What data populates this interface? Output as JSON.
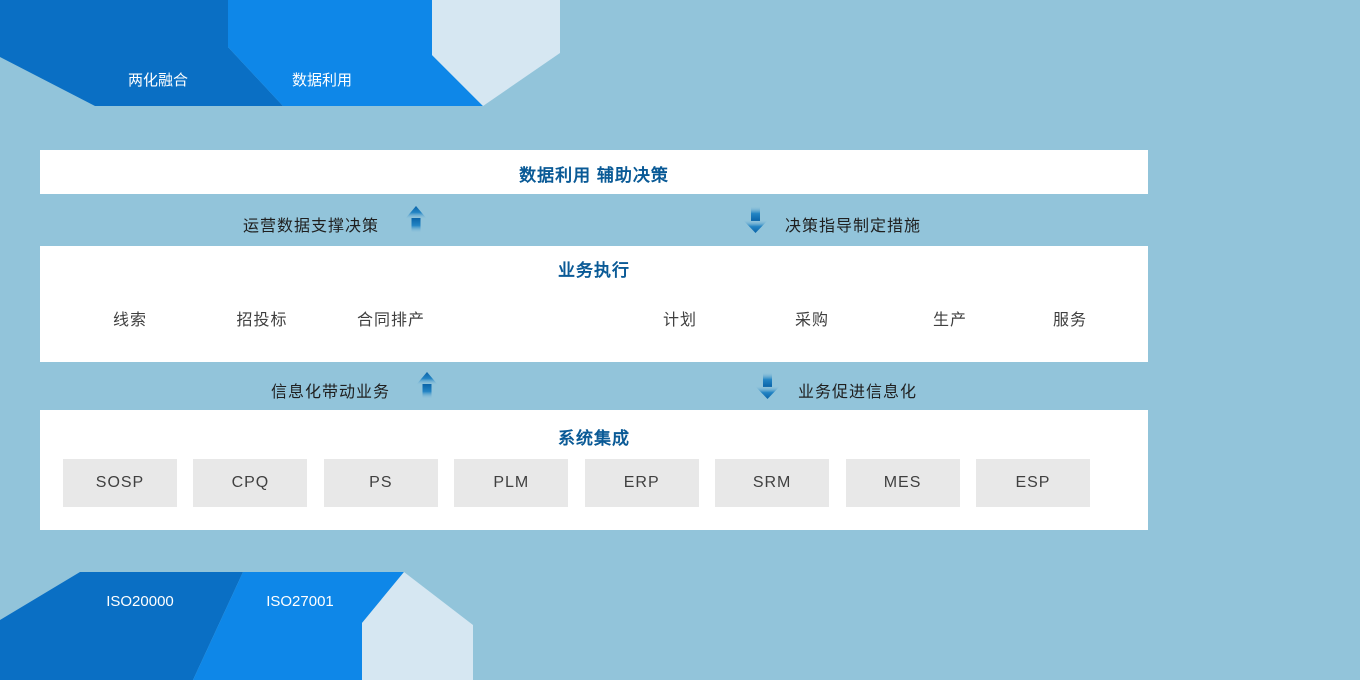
{
  "top_tabs": {
    "tab1": "两化融合",
    "tab2": "数据利用"
  },
  "decision_band": {
    "title": "数据利用 辅助决策"
  },
  "decision_row": {
    "left_label": "运营数据支撑决策",
    "right_label": "决策指导制定措施"
  },
  "execution_band": {
    "title": "业务执行",
    "steps": [
      "线索",
      "招投标",
      "合同排产",
      "计划",
      "采购",
      "生产",
      "服务"
    ]
  },
  "integration_row": {
    "left_label": "信息化带动业务",
    "right_label": "业务促进信息化"
  },
  "systems_band": {
    "title": "系统集成",
    "systems": [
      "SOSP",
      "CPQ",
      "PS",
      "PLM",
      "ERP",
      "SRM",
      "MES",
      "ESP"
    ]
  },
  "bottom_tabs": {
    "tab1": "ISO20000",
    "tab2": "ISO27001"
  },
  "colors": {
    "background": "#92c4da",
    "tab_dark_blue": "#0a6fc4",
    "tab_bright_blue": "#0e87e8",
    "tab_light_blue": "#d6e7f2",
    "band_white": "#ffffff",
    "band_title_blue": "#0a5a96",
    "chevron_gray": "#e9e9e9",
    "box_gray": "#e8e8e8",
    "arrow_blue": "#0a64a8",
    "text_dark": "#1f1f1f"
  }
}
